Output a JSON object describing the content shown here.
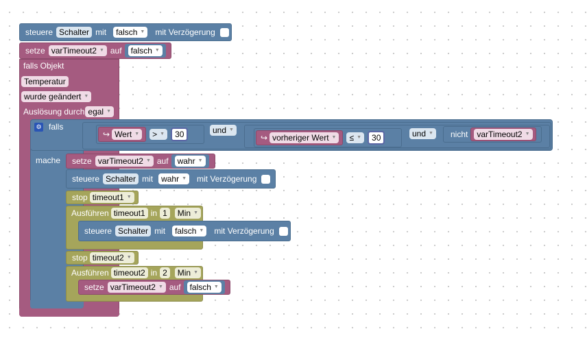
{
  "lbl_steuere": "steuere",
  "lbl_mit": "mit",
  "lbl_mit_verz": "mit Verzögerung",
  "lbl_setze": "setze",
  "lbl_auf": "auf",
  "lbl_in": "in",
  "lbl_falls": "falls",
  "lbl_mache": "mache",
  "lbl_und": "und",
  "lbl_nicht": "nicht",
  "lbl_stop": "stop",
  "lbl_ausfuehren": "Ausführen",
  "trigger": {
    "title": "falls Objekt",
    "object": "Temperatur",
    "condition": "wurde geändert",
    "trigger_label": "Auslösung durch",
    "trigger_value": "egal"
  },
  "block1": {
    "device": "Schalter",
    "value": "falsch"
  },
  "block2": {
    "var": "varTimeout2",
    "value": "falsch"
  },
  "if_cond": {
    "wert_label": "Wert",
    "op1": ">",
    "num1": "30",
    "prev_label": "vorheriger Wert",
    "op2": "≤",
    "num2": "30",
    "var": "varTimeout2"
  },
  "mache": {
    "set1": {
      "var": "varTimeout2",
      "value": "wahr"
    },
    "ctl1": {
      "device": "Schalter",
      "value": "wahr"
    },
    "stop1": {
      "timer": "timeout1"
    },
    "run1": {
      "timer": "timeout1",
      "amount": "1",
      "unit": "Min",
      "ctl": {
        "device": "Schalter",
        "value": "falsch"
      }
    },
    "stop2": {
      "timer": "timeout2"
    },
    "run2": {
      "timer": "timeout2",
      "amount": "2",
      "unit": "Min",
      "set": {
        "var": "varTimeout2",
        "value": "falsch"
      }
    }
  },
  "colors": {
    "logic_blue": "#5b80a5",
    "variable_magenta": "#a55b80",
    "timer_olive": "#a5a55b",
    "event_bg": "#a55b80"
  }
}
